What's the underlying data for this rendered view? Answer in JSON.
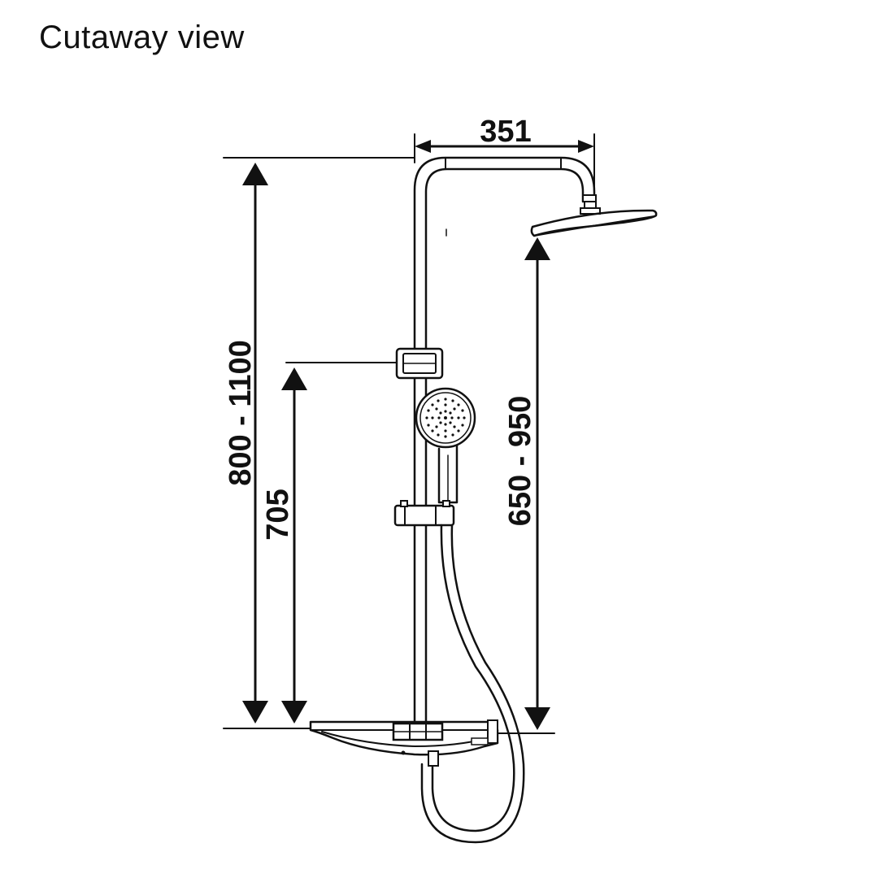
{
  "title": "Cutaway view",
  "dimensions": {
    "width_top": "351",
    "total_height": "800 - 1100",
    "holder_height": "705",
    "head_height": "650 - 950"
  },
  "colors": {
    "ink": "#111111",
    "background": "#ffffff"
  }
}
